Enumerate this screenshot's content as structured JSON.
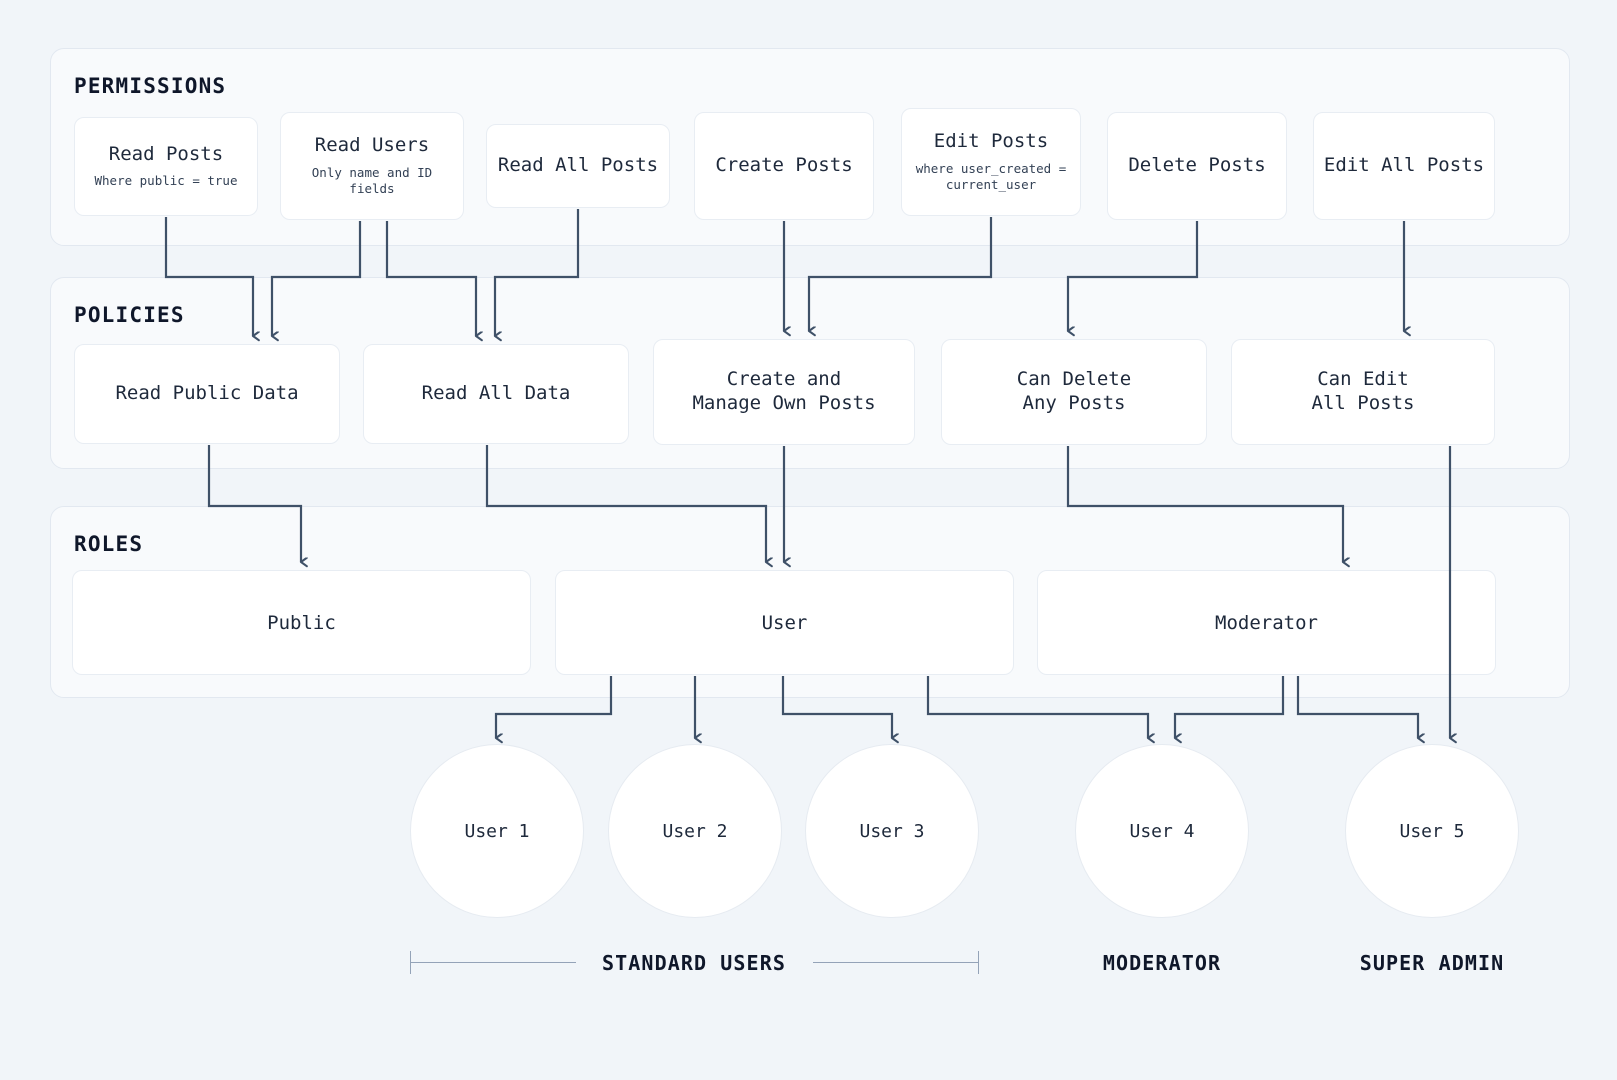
{
  "theme": {
    "page_bg": "#f1f5f9",
    "panel_bg": "#f8fafc",
    "panel_border": "#e2e8f0",
    "card_bg": "#ffffff",
    "card_border": "#e8edf3",
    "text": "#1e293b",
    "heading": "#0f172a",
    "connector": "#3f5168",
    "bracket": "#94a3b8"
  },
  "sections": {
    "permissions": {
      "title": "PERMISSIONS"
    },
    "policies": {
      "title": "POLICIES"
    },
    "roles": {
      "title": "ROLES"
    }
  },
  "permissions": [
    {
      "title": "Read Posts",
      "subtitle": "Where public = true"
    },
    {
      "title": "Read Users",
      "subtitle": "Only name and ID fields"
    },
    {
      "title": "Read All Posts",
      "subtitle": ""
    },
    {
      "title": "Create Posts",
      "subtitle": ""
    },
    {
      "title": "Edit Posts",
      "subtitle": "where user_created =\ncurrent_user"
    },
    {
      "title": "Delete Posts",
      "subtitle": ""
    },
    {
      "title": "Edit All Posts",
      "subtitle": ""
    }
  ],
  "policies": [
    {
      "title": "Read Public Data"
    },
    {
      "title": "Read All Data"
    },
    {
      "title": "Create and\nManage Own Posts"
    },
    {
      "title": "Can Delete\nAny Posts"
    },
    {
      "title": "Can Edit\nAll Posts"
    }
  ],
  "roles": [
    {
      "label": "Public"
    },
    {
      "label": "User"
    },
    {
      "label": "Moderator"
    }
  ],
  "users": [
    {
      "label": "User 1"
    },
    {
      "label": "User 2"
    },
    {
      "label": "User 3"
    },
    {
      "label": "User 4"
    },
    {
      "label": "User 5"
    }
  ],
  "group_labels": [
    {
      "label": "STANDARD USERS"
    },
    {
      "label": "MODERATOR"
    },
    {
      "label": "SUPER ADMIN"
    }
  ]
}
